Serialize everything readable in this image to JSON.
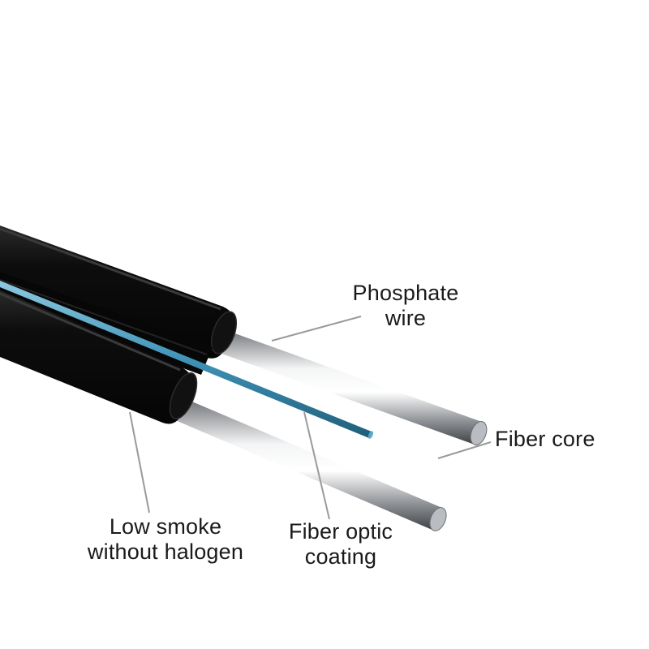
{
  "labels": {
    "phosphate_wire": [
      "Phosphate",
      "wire"
    ],
    "fiber_core": "Fiber core",
    "fiber_optic_coating": [
      "Fiber optic",
      "coating"
    ],
    "lsoh": [
      "Low smoke",
      "without halogen"
    ]
  },
  "colors": {
    "background": "#ffffff",
    "jacket": "#0b0b0b",
    "fiber_coating": "#3f93b8",
    "steel_wire": "#c9ccd0",
    "leader_line": "#9a9a9a",
    "text": "#1a1a1a"
  }
}
